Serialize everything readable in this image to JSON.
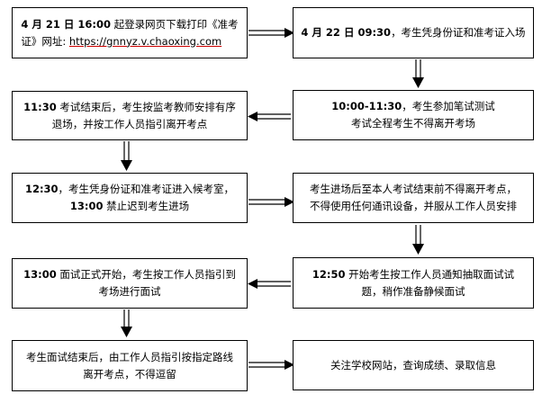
{
  "steps": [
    {
      "lines": [
        {
          "time": "4 月 21 日 16:00",
          "text": " 起登录网页下载打印《准考"
        },
        {
          "text": "证》网址: "
        }
      ],
      "url": "https://gnnyz.v.chaoxing.com"
    },
    {
      "lines": [
        {
          "time": "4 月 22 日 09:30",
          "text": "，考生凭身份证和准考证入场"
        }
      ]
    },
    {
      "lines": [
        {
          "time": "10:00-11:30",
          "text": "，考生参加笔试测试"
        },
        {
          "text": "考试全程考生不得离开考场"
        }
      ]
    },
    {
      "lines": [
        {
          "time": "11:30",
          "text": " 考试结束后，考生按监考教师安排有序"
        },
        {
          "text": "退场，并按工作人员指引离开考点"
        }
      ]
    },
    {
      "lines": [
        {
          "time": "12:30",
          "text": "，考生凭身份证和准考证进入候考室，"
        },
        {
          "time": "13:00",
          "text": " 禁止迟到考生进场"
        }
      ]
    },
    {
      "lines": [
        {
          "text": "考生进场后至本人考试结束前不得离开考点，"
        },
        {
          "text": "不得使用任何通讯设备，并服从工作人员安排"
        }
      ]
    },
    {
      "lines": [
        {
          "time": "12:50",
          "text": " 开始考生按工作人员通知抽取面试试"
        },
        {
          "text": "题，稍作准备静候面试"
        }
      ]
    },
    {
      "lines": [
        {
          "time": "13:00",
          "text": " 面试正式开始，考生按工作人员指引到"
        },
        {
          "text": "考场进行面试"
        }
      ]
    },
    {
      "lines": [
        {
          "text": "考生面试结束后，由工作人员指引按指定路线"
        },
        {
          "text": "离开考点，不得逗留"
        }
      ]
    },
    {
      "lines": [
        {
          "text": "关注学校网站，查询成绩、录取信息"
        }
      ]
    }
  ]
}
